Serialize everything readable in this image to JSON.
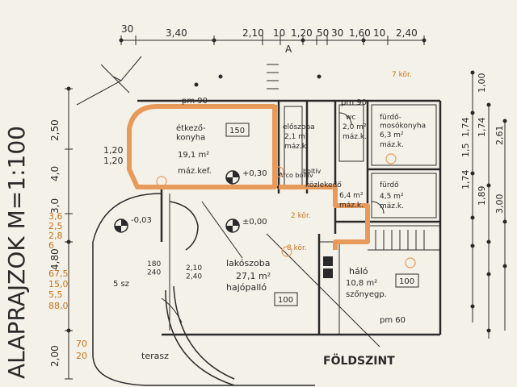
{
  "sheet": {
    "side_title": "ALAPRAJZOK   M=1:100",
    "floor_label": "FÖLDSZINT",
    "north_mark": "A"
  },
  "top_dimensions": [
    "30",
    "3,40",
    "2,10",
    "10",
    "1,20",
    "50",
    "30",
    "1,60",
    "10",
    "2,40"
  ],
  "left_dimensions": [
    "2,50",
    "4,0",
    "3,0",
    "4,80",
    "2,00"
  ],
  "left_margin_numbers": [
    "1,20",
    "1,20",
    "3,6",
    "2,5",
    "2,8",
    "6",
    "67,5",
    "15,0",
    "5,5",
    "88,0",
    "70",
    "20"
  ],
  "right_dimensions": [
    "1,00",
    "1,74",
    "1,5",
    "1,74",
    "2,61",
    "1,74",
    "1,89",
    "3,00"
  ],
  "rooms": {
    "etkezo": {
      "name": "étkező-\nkonyha",
      "area": "19,1 m²",
      "floor": "máz.kef.",
      "level": "150"
    },
    "eloszoba": {
      "name": "előszoba",
      "area": "2,1 m²",
      "floor": "máz.k."
    },
    "wc": {
      "name": "wc",
      "area": "2,0 m²",
      "floor": "máz.k."
    },
    "furdo": {
      "name": "fürdő-\nmosókonyha",
      "area": "6,3 m²",
      "floor": "máz.k."
    },
    "kozlekedo": {
      "name": "közlekedő",
      "area": "6,4 m²",
      "floor": "máz.k."
    },
    "furdo2": {
      "name": "fürdő",
      "area": "4,5 m²",
      "floor": "máz.k."
    },
    "lakoszoba": {
      "name": "lakószoba",
      "area": "27,1 m²",
      "floor": "hajópalló",
      "level": "100"
    },
    "halo": {
      "name": "háló",
      "area": "10,8 m²",
      "floor": "szőnyegp.",
      "level": "100"
    },
    "terasz": {
      "name": "terasz"
    }
  },
  "annotations": {
    "pm_kitchen": "pm 90",
    "pm_bath": "pm 90",
    "pm_bedroom": "pm 60",
    "level_030": "+0,30",
    "level_003": "-0,03",
    "level_000": "±0,00",
    "boltiv": "Arco boltív",
    "bolt_iv2": "boltív",
    "stair_5": "5 sz",
    "nr_7": "7 kör.",
    "nr_2": "2 kör.",
    "nr_8": "8 kör.",
    "dim_180_240": "180\n240",
    "dim_210_240": "2,10\n2,40"
  },
  "colors": {
    "ink": "#2a2a2a",
    "highlight": "#e89a5a",
    "paper": "#f4f1e8",
    "pencil": "#c8741f"
  }
}
